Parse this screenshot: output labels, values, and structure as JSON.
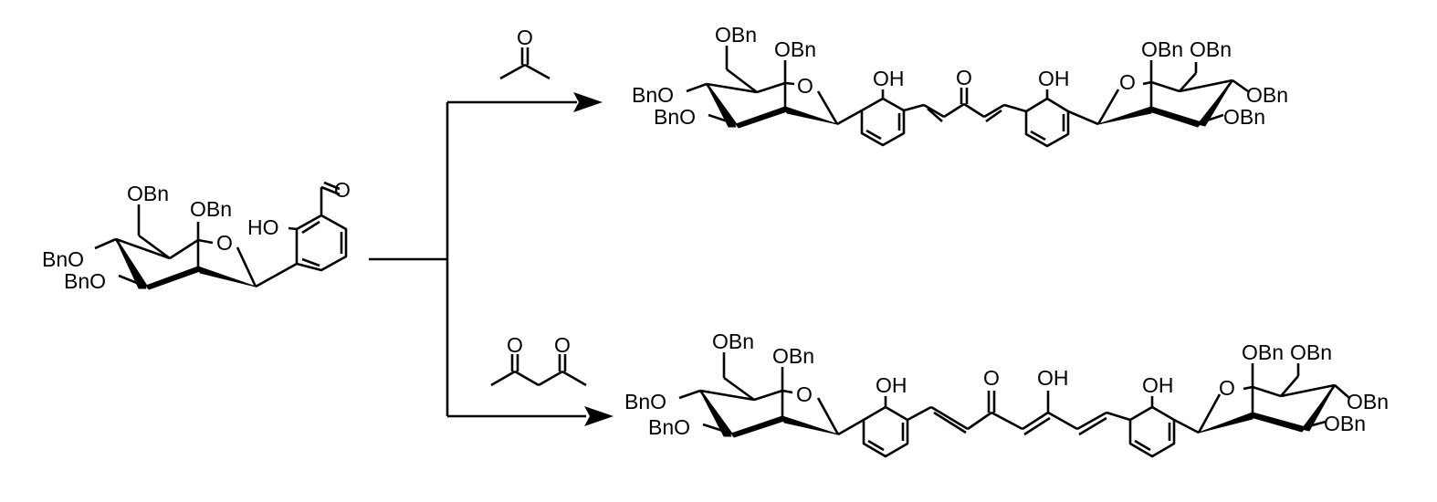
{
  "labels": {
    "obn": "OBn",
    "bno": "BnO",
    "oh": "OH",
    "ho": "HO",
    "o": "O"
  }
}
